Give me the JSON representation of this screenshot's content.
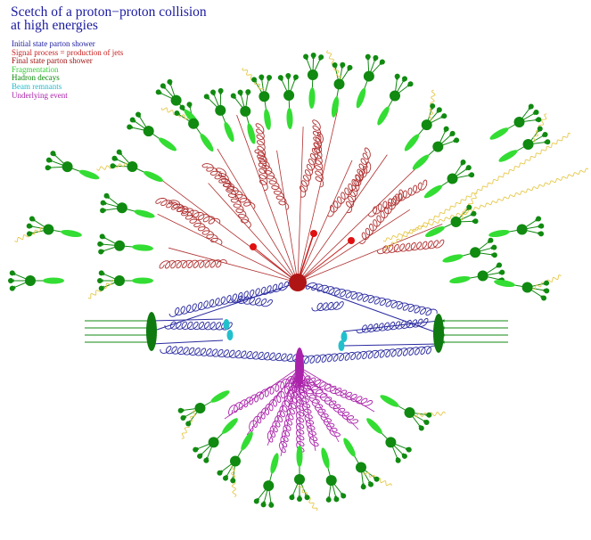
{
  "title": {
    "line1": "Scetch of a proton−proton collision",
    "line2": "at high energies"
  },
  "legend": [
    {
      "label": "Initial state parton shower",
      "color": "#1a1aa0"
    },
    {
      "label": "Signal process = production of jets",
      "color": "#c81e1e"
    },
    {
      "label": "Final state parton shower",
      "color": "#a01414"
    },
    {
      "label": "Fragmentation",
      "color": "#33cc33"
    },
    {
      "label": "Hadron decays",
      "color": "#0a8a0a"
    },
    {
      "label": "Beam remnants",
      "color": "#22bbcc"
    },
    {
      "label": "Underlying event",
      "color": "#aa22aa"
    }
  ],
  "colors": {
    "initial": "#2a2aa0",
    "signal": "#c81e1e",
    "final": "#b03030",
    "fragment": "#33dd33",
    "hadron": "#118811",
    "remnant": "#22c0cc",
    "underlying": "#aa22aa",
    "photon": "#e6c84a"
  }
}
